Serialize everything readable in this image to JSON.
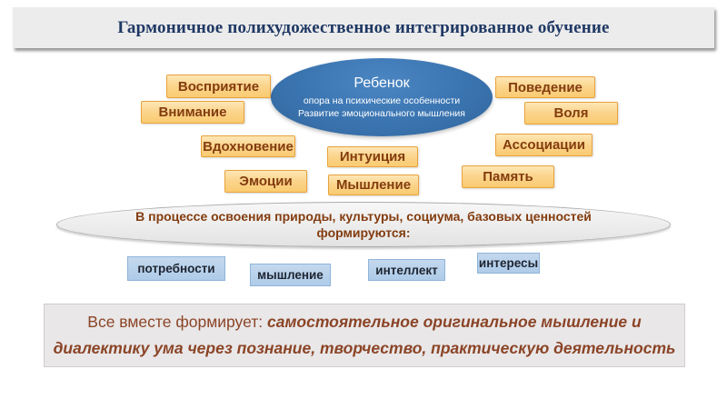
{
  "title_bar": {
    "title": "Гармоничное полихудожественное интегрированное обучение"
  },
  "center_ellipse": {
    "title": "Ребенок",
    "subtitle1": "опора на психические особенности",
    "subtitle2": "Развитие эмоционального мышления"
  },
  "psych_boxes": [
    {
      "label": "Восприятие"
    },
    {
      "label": "Внимание"
    },
    {
      "label": "Вдохновение"
    },
    {
      "label": "Эмоции"
    },
    {
      "label": "Интуиция"
    },
    {
      "label": "Мышление"
    },
    {
      "label": "Поведение"
    },
    {
      "label": "Воля"
    },
    {
      "label": "Ассоциации"
    },
    {
      "label": "Память"
    }
  ],
  "process_ellipse": {
    "line1": "В процессе освоения природы, культуры, социума, базовых ценностей",
    "line2": "формируются:"
  },
  "formed_boxes": [
    {
      "label": "потребности"
    },
    {
      "label": "мышление"
    },
    {
      "label": "интеллект"
    },
    {
      "label": "интересы"
    }
  ],
  "summary": {
    "prefix": "Все вместе формирует:",
    "emphasis_line1": "самостоятельное оригинальное мышление и",
    "emphasis_line2": "диалектику ума через познание, творчество, практическую деятельность"
  },
  "colors": {
    "title_text": "#1F3864",
    "child_ellipse_fill": "#3A74B0",
    "concept_box_fill": "#FBD58E",
    "concept_box_border": "#E9A23B",
    "concept_text": "#833C0F",
    "formed_box_fill": "#B5CFE9",
    "formed_box_border": "#8FB4D9",
    "summary_text": "#8B4426",
    "panel_gray": "#ECECEC"
  }
}
